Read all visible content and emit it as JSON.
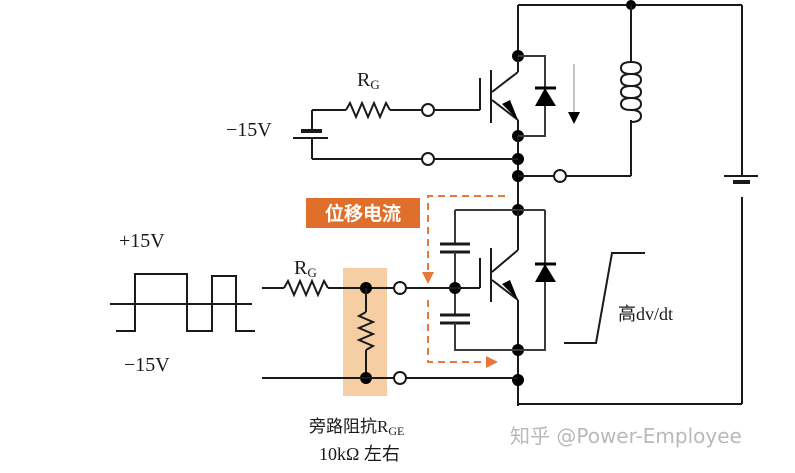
{
  "labels": {
    "rg_top": "R",
    "rg_top_sub": "G",
    "neg15_top": "−15V",
    "pos15_left": "+15V",
    "neg15_left": "−15V",
    "rg_bottom": "R",
    "rg_bottom_sub": "G",
    "displacement_current": "位移电流",
    "high_dvdt": "高dv/dt",
    "bypass_resistor_line1": "旁路阻抗R",
    "bypass_resistor_sub": "GE",
    "bypass_resistor_line2": "10kΩ 左右",
    "watermark": "知乎 @Power-Employee"
  },
  "colors": {
    "accent_orange": "#e8773a",
    "label_bg": "#e06f2c",
    "highlight_bg": "#f5cfa3"
  },
  "components": {
    "upper_switch": "igbt-with-freewheel-diode",
    "lower_switch": "igbt-with-freewheel-diode",
    "load": "inductor",
    "supply": "dc-battery",
    "gate_bias": "-15V battery"
  }
}
